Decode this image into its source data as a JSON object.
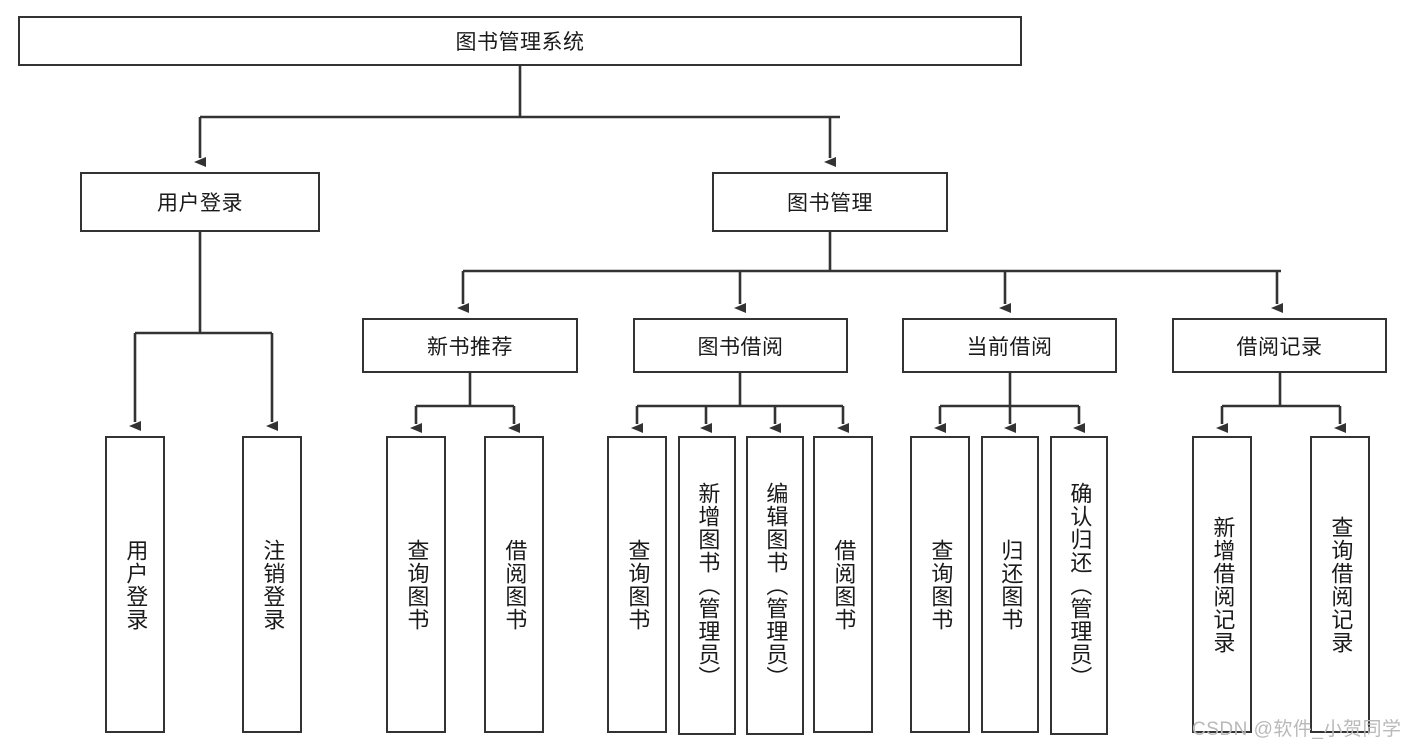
{
  "diagram": {
    "title": "图书管理系统",
    "type": "tree",
    "nodes": {
      "root": {
        "label": "图书管理系统"
      },
      "level2": [
        {
          "id": "user-login",
          "label": "用户登录"
        },
        {
          "id": "book-manage",
          "label": "图书管理"
        }
      ],
      "level3": [
        {
          "id": "new-book-rec",
          "label": "新书推荐"
        },
        {
          "id": "book-borrow",
          "label": "图书借阅"
        },
        {
          "id": "current-borrow",
          "label": "当前借阅"
        },
        {
          "id": "borrow-record",
          "label": "借阅记录"
        }
      ],
      "leaves": [
        {
          "id": "leaf-user-login",
          "label": "用户登录",
          "parent": "user-login"
        },
        {
          "id": "leaf-user-logout",
          "label": "注销登录",
          "parent": "user-login"
        },
        {
          "id": "leaf-query-book-1",
          "label": "查询图书",
          "parent": "new-book-rec"
        },
        {
          "id": "leaf-borrow-book-1",
          "label": "借阅图书",
          "parent": "new-book-rec"
        },
        {
          "id": "leaf-query-book-2",
          "label": "查询图书",
          "parent": "book-borrow"
        },
        {
          "id": "leaf-add-book",
          "label": "新增图书（管理员）",
          "parent": "book-borrow"
        },
        {
          "id": "leaf-edit-book",
          "label": "编辑图书（管理员）",
          "parent": "book-borrow"
        },
        {
          "id": "leaf-borrow-book-2",
          "label": "借阅图书",
          "parent": "book-borrow"
        },
        {
          "id": "leaf-query-book-3",
          "label": "查询图书",
          "parent": "current-borrow"
        },
        {
          "id": "leaf-return-book",
          "label": "归还图书",
          "parent": "current-borrow"
        },
        {
          "id": "leaf-confirm-return",
          "label": "确认归还（管理员）",
          "parent": "current-borrow"
        },
        {
          "id": "leaf-add-record",
          "label": "新增借阅记录",
          "parent": "borrow-record"
        },
        {
          "id": "leaf-query-record",
          "label": "查询借阅记录",
          "parent": "borrow-record"
        }
      ]
    },
    "colors": {
      "stroke": "#333333",
      "fill": "#ffffff",
      "text": "#1a1a1a",
      "watermark": "#b9b9b9"
    }
  },
  "watermark": {
    "text": "CSDN @软件_小贺同学"
  }
}
